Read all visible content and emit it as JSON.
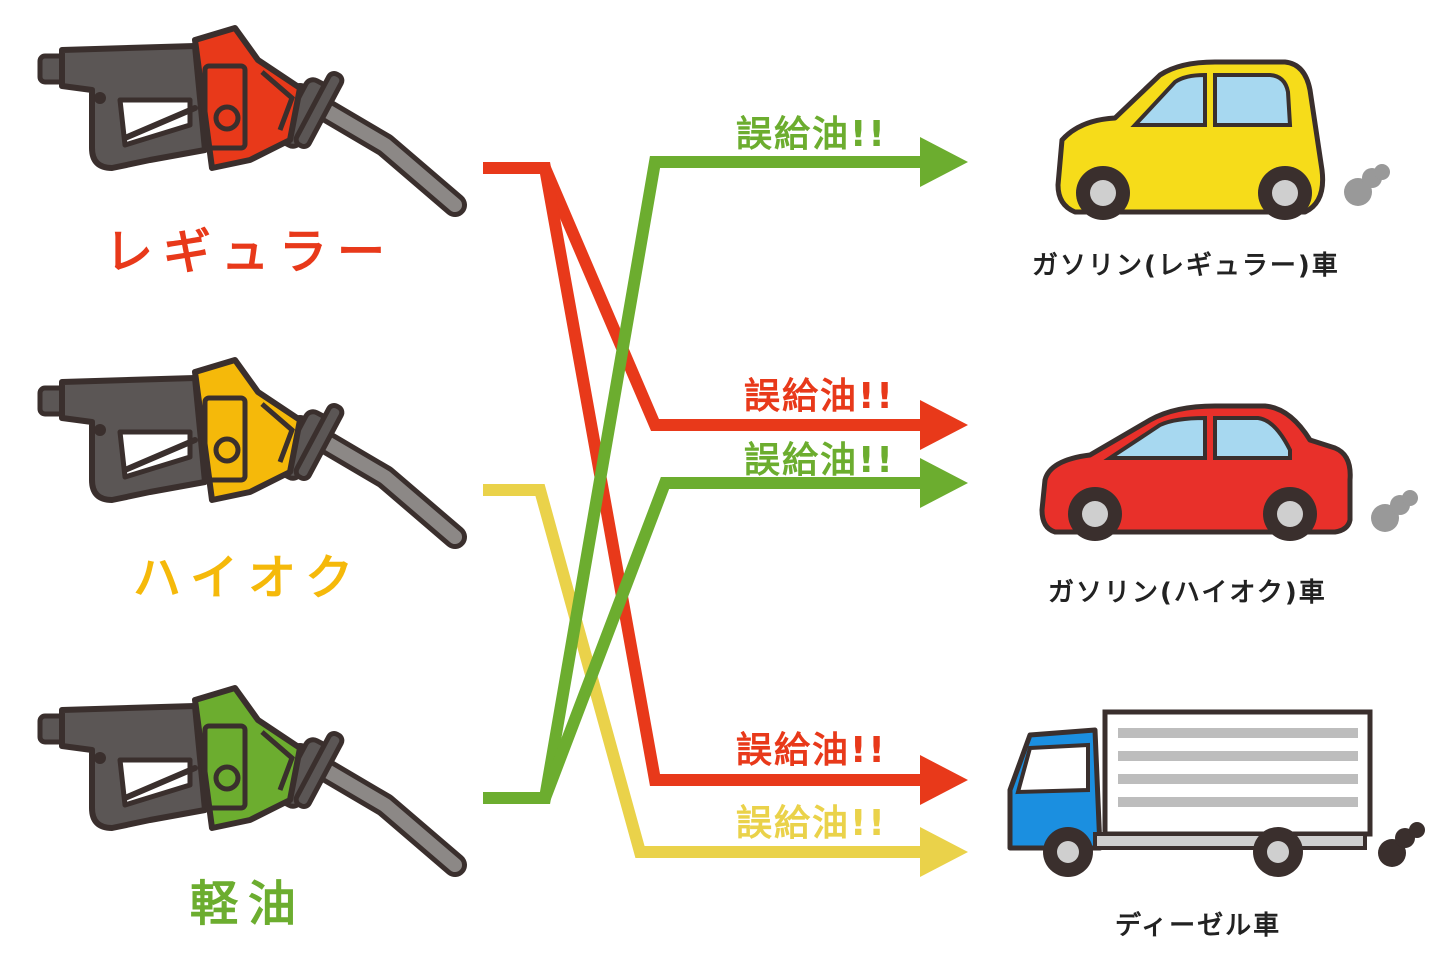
{
  "colors": {
    "regular": "#e8391a",
    "highoctane": "#f5b90a",
    "diesel": "#6cad2f",
    "diesel_line_yellow": "#ead24a",
    "nozzle_body": "#5b5655",
    "outline": "#3a2f2d",
    "hose": "#8c8886"
  },
  "nozzles": [
    {
      "id": "regular",
      "label": "レギュラー",
      "icon": "fuel-nozzle-icon"
    },
    {
      "id": "highoctane",
      "label": "ハイオク",
      "icon": "fuel-nozzle-icon"
    },
    {
      "id": "diesel",
      "label": "軽油",
      "icon": "fuel-nozzle-icon"
    }
  ],
  "vehicles": [
    {
      "id": "regular-car",
      "label": "ガソリン(レギュラー)車",
      "icon": "yellow-car-icon"
    },
    {
      "id": "highoctane-car",
      "label": "ガソリン(ハイオク)車",
      "icon": "red-car-icon"
    },
    {
      "id": "diesel-truck",
      "label": "ディーゼル車",
      "icon": "truck-icon"
    }
  ],
  "connections": [
    {
      "from": "diesel",
      "to": "regular-car",
      "label": "誤給油!!",
      "color": "#6cad2f"
    },
    {
      "from": "regular",
      "to": "highoctane-car",
      "label": "誤給油!!",
      "color": "#e8391a"
    },
    {
      "from": "diesel",
      "to": "highoctane-car",
      "label": "誤給油!!",
      "color": "#6cad2f"
    },
    {
      "from": "regular",
      "to": "diesel-truck",
      "label": "誤給油!!",
      "color": "#e8391a"
    },
    {
      "from": "highoctane",
      "to": "diesel-truck",
      "label": "誤給油!!",
      "color": "#ead24a"
    }
  ]
}
